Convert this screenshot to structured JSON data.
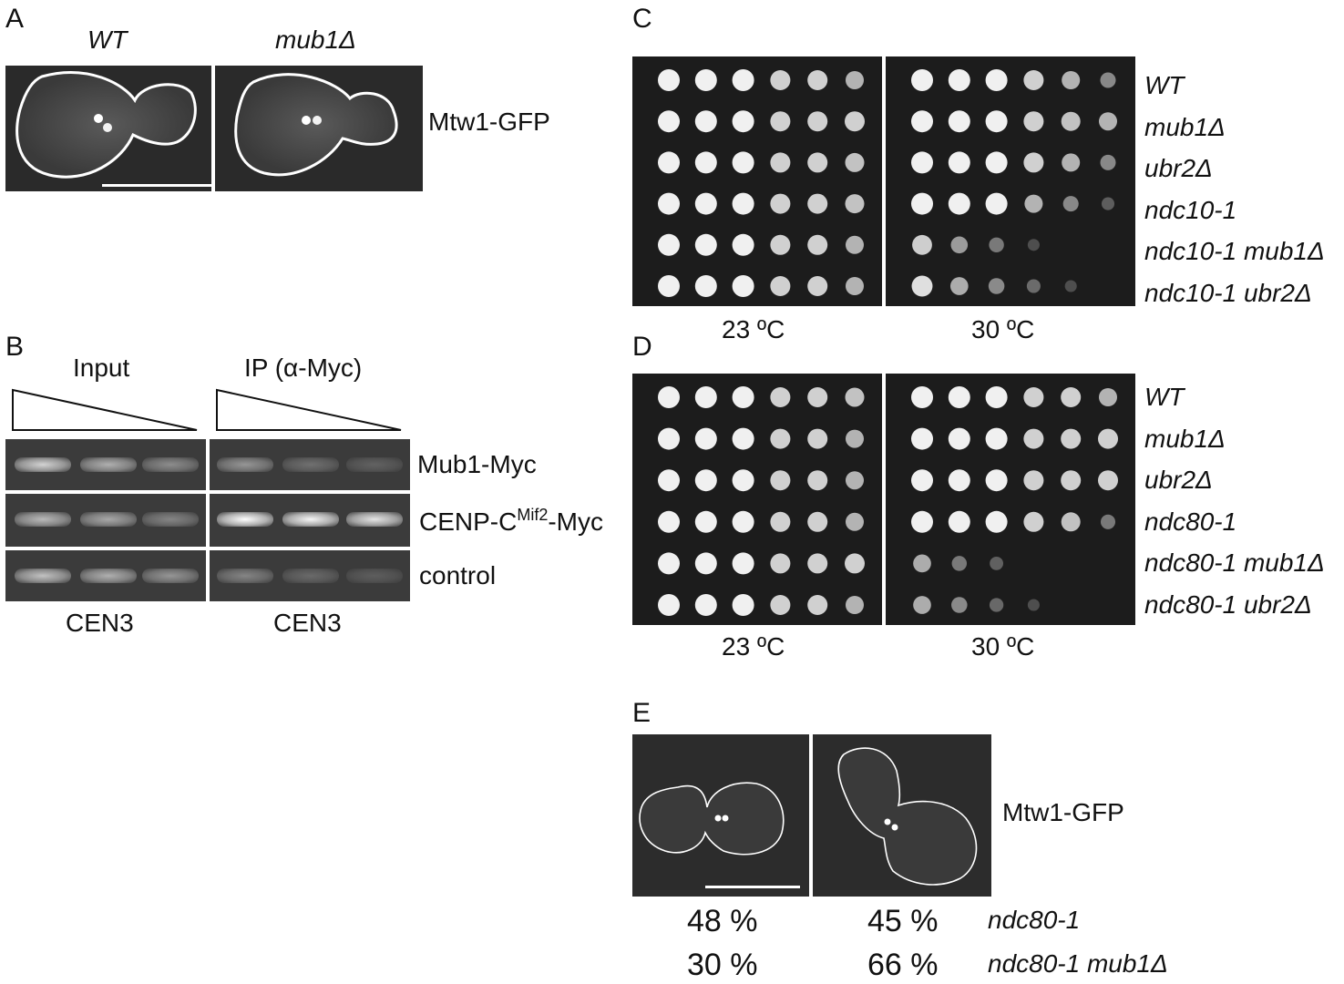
{
  "panels": {
    "A": {
      "letter": "A",
      "col_labels": [
        "WT",
        "mub1Δ"
      ],
      "marker": "Mtw1-GFP"
    },
    "B": {
      "letter": "B",
      "headers": [
        "Input",
        "IP (α-Myc)"
      ],
      "rows": [
        {
          "label": "Mub1-Myc",
          "input": [
            0.75,
            0.55,
            0.35
          ],
          "ip": [
            0.4,
            0.18,
            0.1
          ]
        },
        {
          "label_main": "CENP-C",
          "label_sup": "Mif2",
          "label_tail": "-Myc",
          "input": [
            0.6,
            0.5,
            0.3
          ],
          "ip": [
            1.0,
            0.95,
            0.85
          ]
        },
        {
          "label": "control",
          "input": [
            0.65,
            0.55,
            0.4
          ],
          "ip": [
            0.3,
            0.15,
            0.08
          ]
        }
      ],
      "footers": [
        "CEN3",
        "CEN3"
      ]
    },
    "C": {
      "letter": "C",
      "strains": [
        "WT",
        "mub1Δ",
        "ubr2Δ",
        "ndc10-1",
        "ndc10-1 mub1Δ",
        "ndc10-1 ubr2Δ"
      ],
      "temps": [
        "23 ºC",
        "30 ºC"
      ],
      "growth_23": [
        [
          1,
          1,
          1,
          1,
          1,
          0.8
        ],
        [
          1,
          1,
          1,
          1,
          1,
          1
        ],
        [
          1,
          1,
          1,
          1,
          1,
          0.9
        ],
        [
          1,
          1,
          1,
          1,
          1,
          0.9
        ],
        [
          1,
          1,
          1,
          1,
          1,
          0.8
        ],
        [
          1,
          1,
          1,
          1,
          1,
          0.8
        ]
      ],
      "growth_30": [
        [
          1,
          1,
          1,
          1,
          0.8,
          0.5
        ],
        [
          1,
          1,
          1,
          1,
          0.9,
          0.8
        ],
        [
          1,
          1,
          1,
          1,
          0.8,
          0.5
        ],
        [
          1,
          1,
          1,
          0.8,
          0.5,
          0.2
        ],
        [
          0.8,
          0.5,
          0.3,
          0.1,
          0,
          0
        ],
        [
          0.9,
          0.6,
          0.4,
          0.3,
          0.1,
          0
        ]
      ]
    },
    "D": {
      "letter": "D",
      "strains": [
        "WT",
        "mub1Δ",
        "ubr2Δ",
        "ndc80-1",
        "ndc80-1 mub1Δ",
        "ndc80-1 ubr2Δ"
      ],
      "temps": [
        "23 ºC",
        "30 ºC"
      ],
      "growth_23": [
        [
          1,
          1,
          1,
          1,
          1,
          0.9
        ],
        [
          1,
          1,
          1,
          1,
          1,
          0.8
        ],
        [
          1,
          1,
          1,
          1,
          1,
          0.8
        ],
        [
          1,
          1,
          1,
          1,
          1,
          0.8
        ],
        [
          1,
          1,
          1,
          1,
          1,
          1
        ],
        [
          1,
          1,
          1,
          1,
          1,
          0.8
        ]
      ],
      "growth_30": [
        [
          1,
          1,
          1,
          1,
          1,
          0.8
        ],
        [
          1,
          1,
          1,
          1,
          1,
          1
        ],
        [
          1,
          1,
          1,
          1,
          1,
          1
        ],
        [
          1,
          1,
          1,
          1,
          0.9,
          0.4
        ],
        [
          0.6,
          0.3,
          0.15,
          0,
          0,
          0
        ],
        [
          0.6,
          0.4,
          0.2,
          0.1,
          0,
          0
        ]
      ]
    },
    "E": {
      "letter": "E",
      "marker": "Mtw1-GFP",
      "rows": [
        {
          "strain": "ndc80-1",
          "values": [
            "48 %",
            "45 %"
          ]
        },
        {
          "strain": "ndc80-1 mub1Δ",
          "values": [
            "30 %",
            "66 %"
          ]
        }
      ]
    }
  }
}
